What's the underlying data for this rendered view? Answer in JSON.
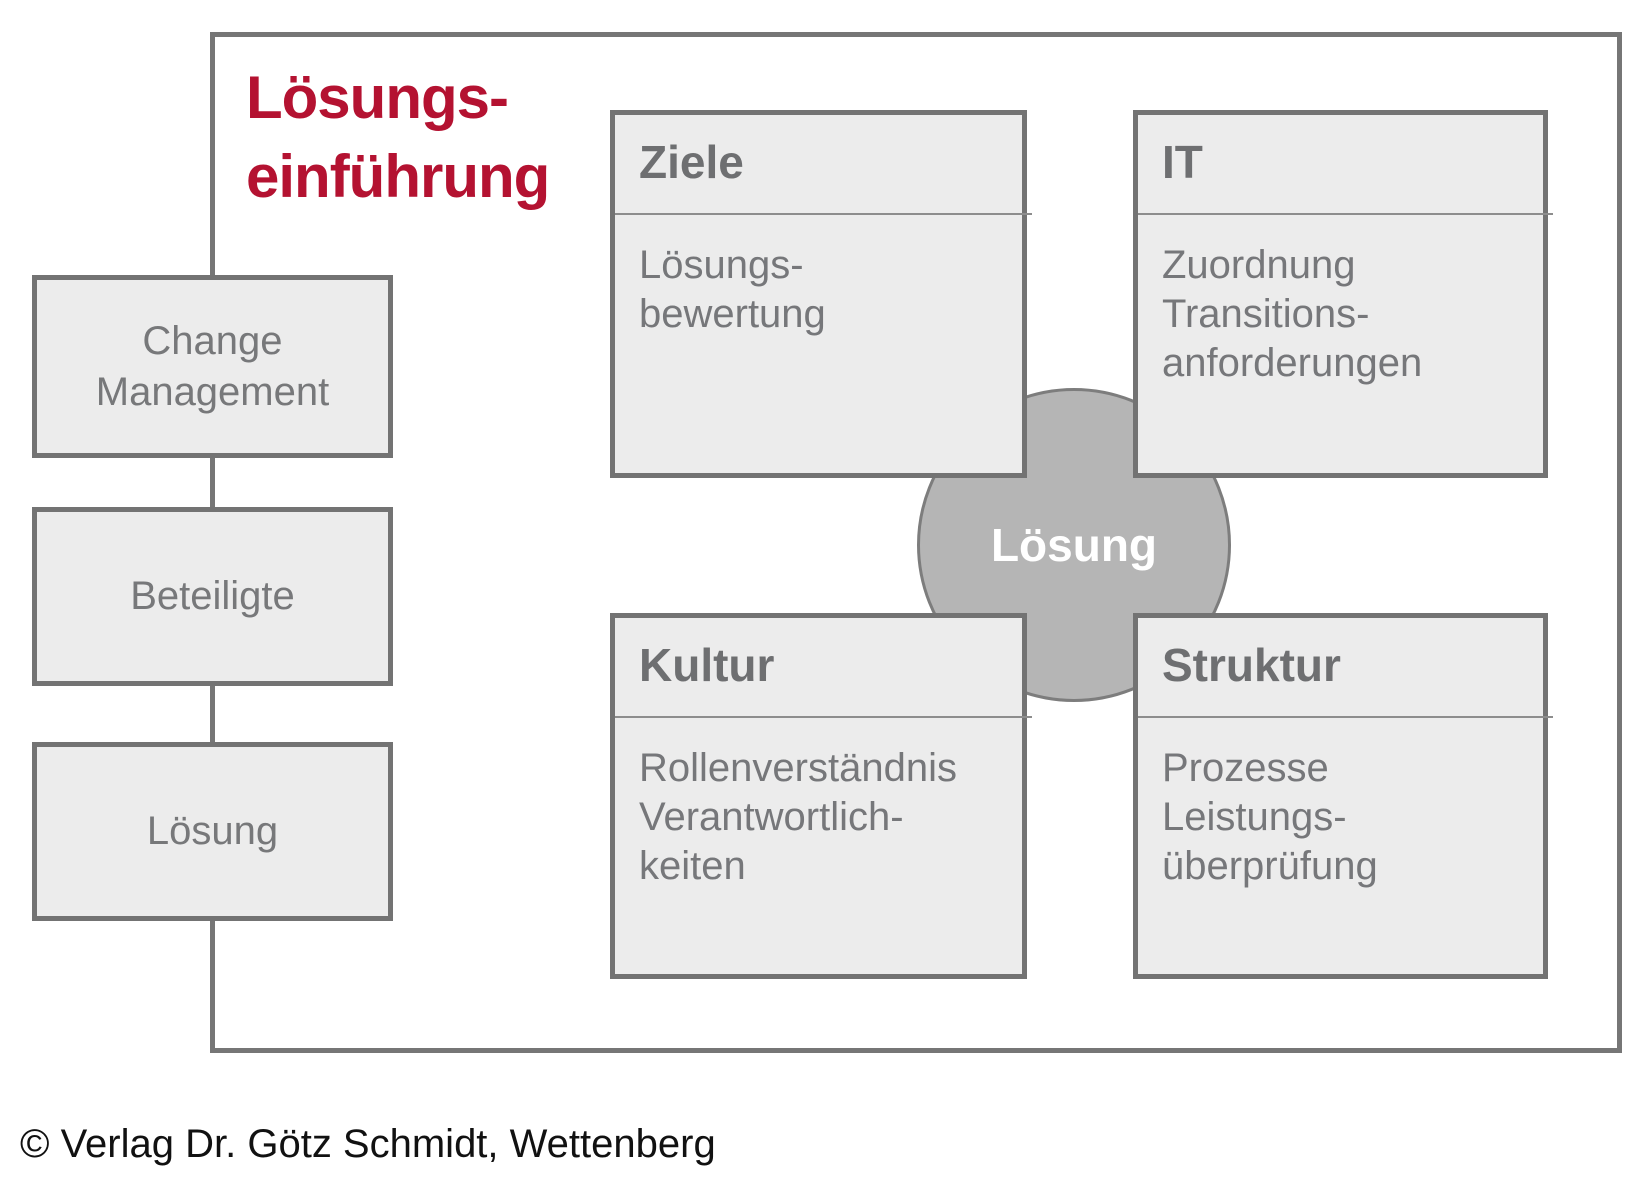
{
  "title": {
    "line1": "Lösungs-",
    "line2": "einführung"
  },
  "left_column": {
    "boxes": [
      {
        "lines": [
          "Change",
          "Management"
        ]
      },
      {
        "lines": [
          "Beteiligte"
        ]
      },
      {
        "lines": [
          "Lösung"
        ]
      }
    ]
  },
  "matrix": {
    "center_label": "Lösung",
    "boxes": [
      {
        "header": "Ziele",
        "lines": [
          "Lösungs-",
          "bewertung"
        ]
      },
      {
        "header": "IT",
        "lines": [
          "Zuordnung",
          "Transitions-",
          "anforderungen"
        ]
      },
      {
        "header": "Kultur",
        "lines": [
          "Rollenverständnis",
          "Verantwortlich-",
          "keiten"
        ]
      },
      {
        "header": "Struktur",
        "lines": [
          "Prozesse",
          "Leistungs-",
          "überprüfung"
        ]
      }
    ]
  },
  "footer": {
    "copyright": "© Verlag Dr. Götz Schmidt, Wettenberg"
  },
  "colors": {
    "accent_red": "#b41231",
    "box_fill": "#ececec",
    "box_border": "#737373",
    "outer_border": "#767676",
    "separator": "#8d8d8d",
    "circle_fill": "#b5b5b5",
    "circle_border": "#7d7d7d",
    "header_text": "#6e6f71",
    "body_text": "#76777a",
    "circle_text": "#ffffff",
    "copyright_text": "#111111"
  }
}
